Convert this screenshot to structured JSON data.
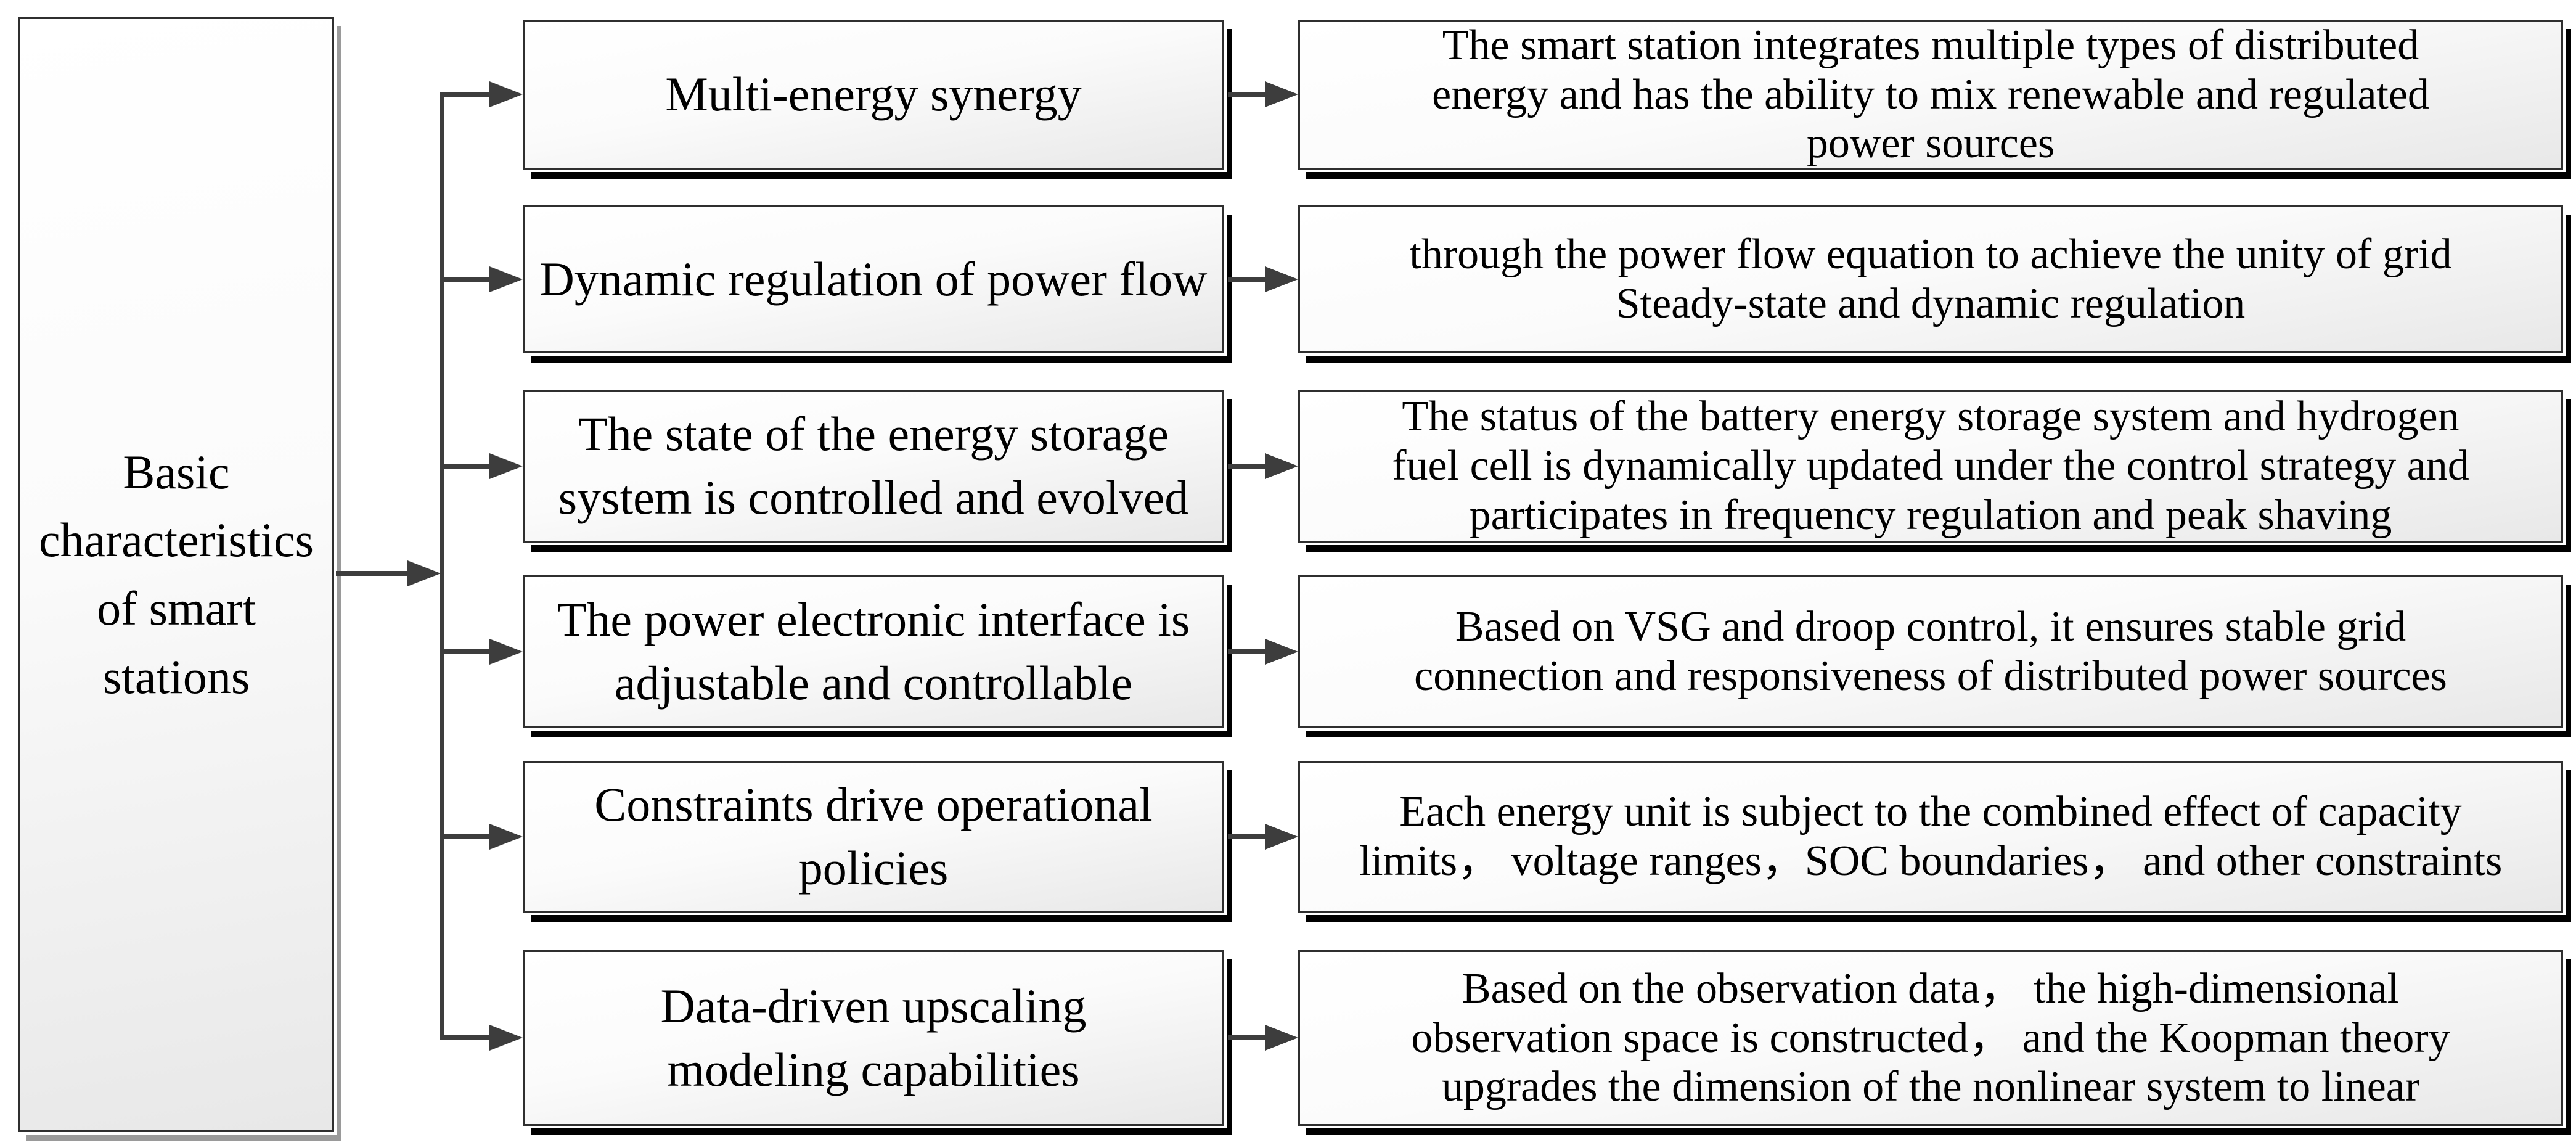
{
  "diagram": {
    "title_hint": "Basic characteristics of smart stations flowchart",
    "root": {
      "label": "Basic\ncharacteristics\nof smart\nstations"
    },
    "rows": [
      {
        "branch": "Multi-energy synergy",
        "description": "The smart station integrates multiple types of distributed\nenergy and has the ability to mix renewable and regulated\npower sources"
      },
      {
        "branch": "Dynamic regulation of power flow",
        "description": "through the power flow equation to achieve the unity of grid\nSteady-state and dynamic regulation"
      },
      {
        "branch": "The state of the energy storage\nsystem is controlled and evolved",
        "description": "The status of the battery energy storage system and hydrogen\nfuel cell is dynamically updated under the control strategy and\nparticipates in frequency regulation and peak shaving"
      },
      {
        "branch": "The power electronic interface is\nadjustable and controllable",
        "description": "Based on VSG and droop control, it ensures stable grid\nconnection and responsiveness of distributed power sources"
      },
      {
        "branch": "Constraints drive operational\npolicies",
        "description": "Each energy unit is subject to the combined effect of capacity\nlimits， voltage ranges，SOC boundaries， and other constraints"
      },
      {
        "branch": "Data-driven upscaling\nmodeling capabilities",
        "description": "Based on the observation data， the high-dimensional\nobservation space is constructed， and the Koopman theory\nupgrades the dimension of the nonlinear system to linear"
      }
    ],
    "colors": {
      "background": "#ffffff",
      "box_border": "#2f2f2f",
      "box_fill_top": "#ffffff",
      "box_fill_bottom": "#e8e8e8",
      "box_shadow": "#000000",
      "root_box_shadow": "#9a9a9a",
      "connector": "#3d3d3d",
      "text": "#000000"
    }
  }
}
